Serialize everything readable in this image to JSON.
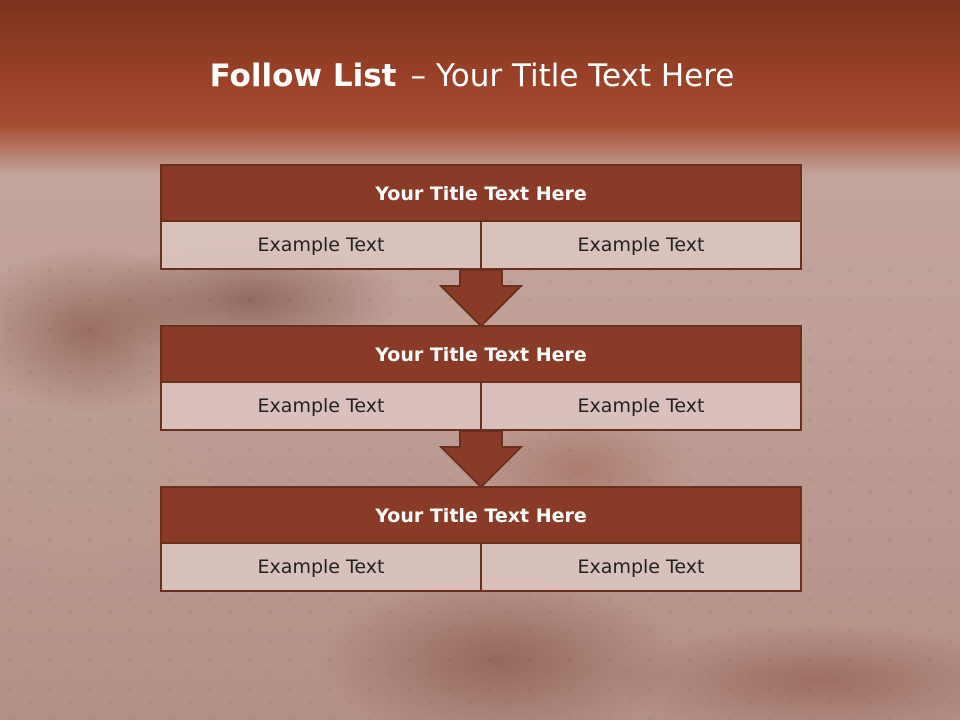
{
  "slide": {
    "title_bold": "Follow List",
    "title_separator": "–",
    "title_rest": "Your Title Text Here"
  },
  "boxes": [
    {
      "title": "Your Title Text Here",
      "left_text": "Example Text",
      "right_text": "Example Text"
    },
    {
      "title": "Your Title Text Here",
      "left_text": "Example Text",
      "right_text": "Example Text"
    },
    {
      "title": "Your Title Text Here",
      "left_text": "Example Text",
      "right_text": "Example Text"
    }
  ],
  "colors": {
    "header_band": "#9a4128",
    "box_title_fill": "#8a3b27",
    "box_border": "#6b2f1e",
    "cell_fill": "#dcc4c0",
    "arrow_fill": "#8a3b27"
  },
  "icons": {
    "connector": "down-arrow-icon"
  }
}
